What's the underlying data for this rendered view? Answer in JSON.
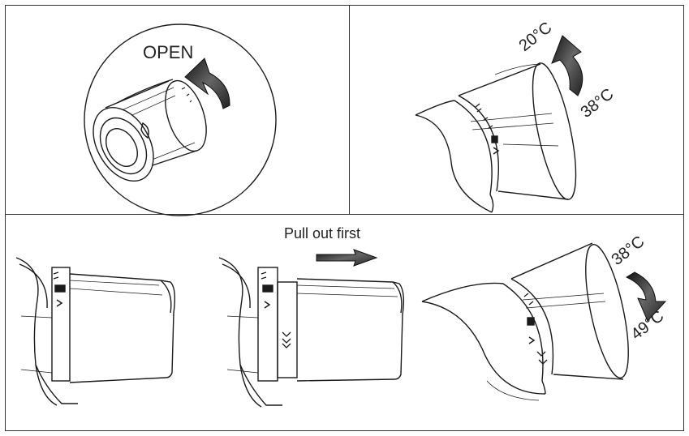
{
  "panels": {
    "open": {
      "label": "OPEN"
    },
    "temperature": {
      "low_label": "20°C",
      "high_label": "38°C"
    },
    "override": {
      "instruction": "Pull out first",
      "from_label": "38°C",
      "to_label": "49°C"
    }
  },
  "colors": {
    "line": "#1a1a1a",
    "arrow_fill": "#3a3a3a",
    "frame": "#333333",
    "background": "#ffffff"
  },
  "icons": {
    "rotate_arrow": "curved-arrow-icon",
    "pull_arrow": "right-arrow-icon"
  }
}
